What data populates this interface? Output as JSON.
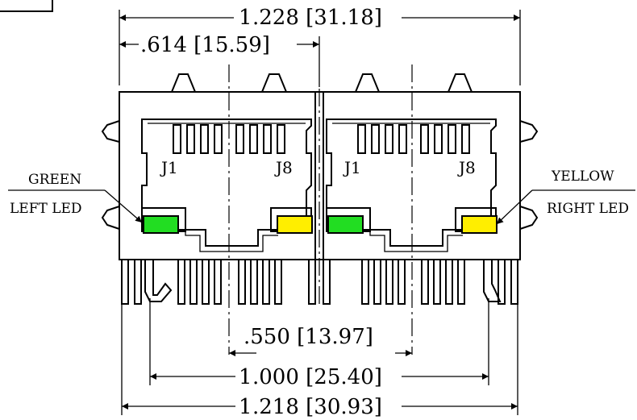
{
  "dimensions": {
    "overall_width": ".228 [31.18]",
    "overall_width_prefix": "1",
    "half_pitch": ".614 [15.59]",
    "center_pitch": ".550 [13.97]",
    "pin_span": ".000 [25.40]",
    "pin_span_prefix": "1",
    "base_width": ".218 [30.93]",
    "base_width_prefix": "1"
  },
  "labels": {
    "green_line1": "GREEN",
    "green_line2": "LEFT LED",
    "yellow_line1": "YELLOW",
    "yellow_line2": "RIGHT LED"
  },
  "pins": {
    "left_port_j1": "J1",
    "left_port_j8": "J8",
    "right_port_j1": "J1",
    "right_port_j8": "J8"
  },
  "colors": {
    "green_led": "#22dd22",
    "yellow_led": "#ffee00",
    "outline": "#000000"
  }
}
